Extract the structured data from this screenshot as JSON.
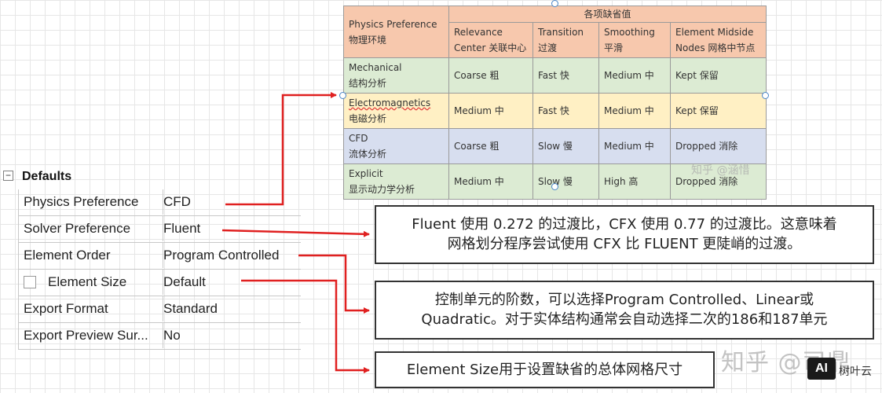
{
  "reference_table": {
    "header": {
      "physics_preference": [
        "Physics Preference",
        "物理环境"
      ],
      "group_title": "各项缺省值",
      "columns": [
        [
          "Relevance",
          "Center 关联中心"
        ],
        [
          "Transition",
          "过渡"
        ],
        [
          "Smoothing",
          "平滑"
        ],
        [
          "Element Midside",
          "Nodes 网格中节点"
        ]
      ]
    },
    "rows": [
      {
        "name": [
          "Mechanical",
          "结构分析"
        ],
        "values": [
          "Coarse 粗",
          "Fast 快",
          "Medium 中",
          "Kept 保留"
        ]
      },
      {
        "name": [
          "Electromagnetics",
          "电磁分析"
        ],
        "values": [
          "Medium 中",
          "Fast 快",
          "Medium 中",
          "Kept 保留"
        ]
      },
      {
        "name": [
          "CFD",
          "流体分析"
        ],
        "values": [
          "Coarse 粗",
          "Slow 慢",
          "Medium 中",
          "Dropped 消除"
        ]
      },
      {
        "name": [
          "Explicit",
          "显示动力学分析"
        ],
        "values": [
          "Medium 中",
          "Slow 慢",
          "High 高",
          "Dropped 消除"
        ]
      }
    ],
    "row_colors": [
      "#dcebd3",
      "#fff0c4",
      "#d7deef",
      "#dcebd3"
    ],
    "header_color": "#f7c8ad",
    "inline_watermark": "知乎 @涵惜"
  },
  "properties": {
    "group_toggle": "−",
    "group_title": "Defaults",
    "rows": [
      {
        "name": "Physics Preference",
        "value": "CFD"
      },
      {
        "name": "Solver Preference",
        "value": "Fluent"
      },
      {
        "name": "Element Order",
        "value": "Program Controlled"
      },
      {
        "name": "Element Size",
        "value": "Default",
        "has_checkbox": true
      },
      {
        "name": "Export Format",
        "value": "Standard"
      },
      {
        "name": "Export Preview Sur...",
        "value": "No"
      }
    ]
  },
  "callouts": {
    "solver": {
      "line1": "Fluent 使用 0.272 的过渡比，CFX 使用 0.77 的过渡比。这意味着",
      "line2": "网格划分程序尝试使用 CFX 比 FLUENT 更陡峭的过渡。"
    },
    "order": {
      "line1": "控制单元的阶数，可以选择Program Controlled、Linear或",
      "line2": "Quadratic。对于实体结构通常会自动选择二次的186和187单元"
    },
    "size": {
      "line1": "Element Size用于设置缺省的总体网格尺寸"
    }
  },
  "watermarks": {
    "zhihu": "知乎 @司鼎",
    "logo_badge": "AI",
    "logo_text": "树叶云"
  },
  "colors": {
    "arrow": "#e02020",
    "callout_border": "#333333",
    "selection_handle": "#4a86c8"
  }
}
